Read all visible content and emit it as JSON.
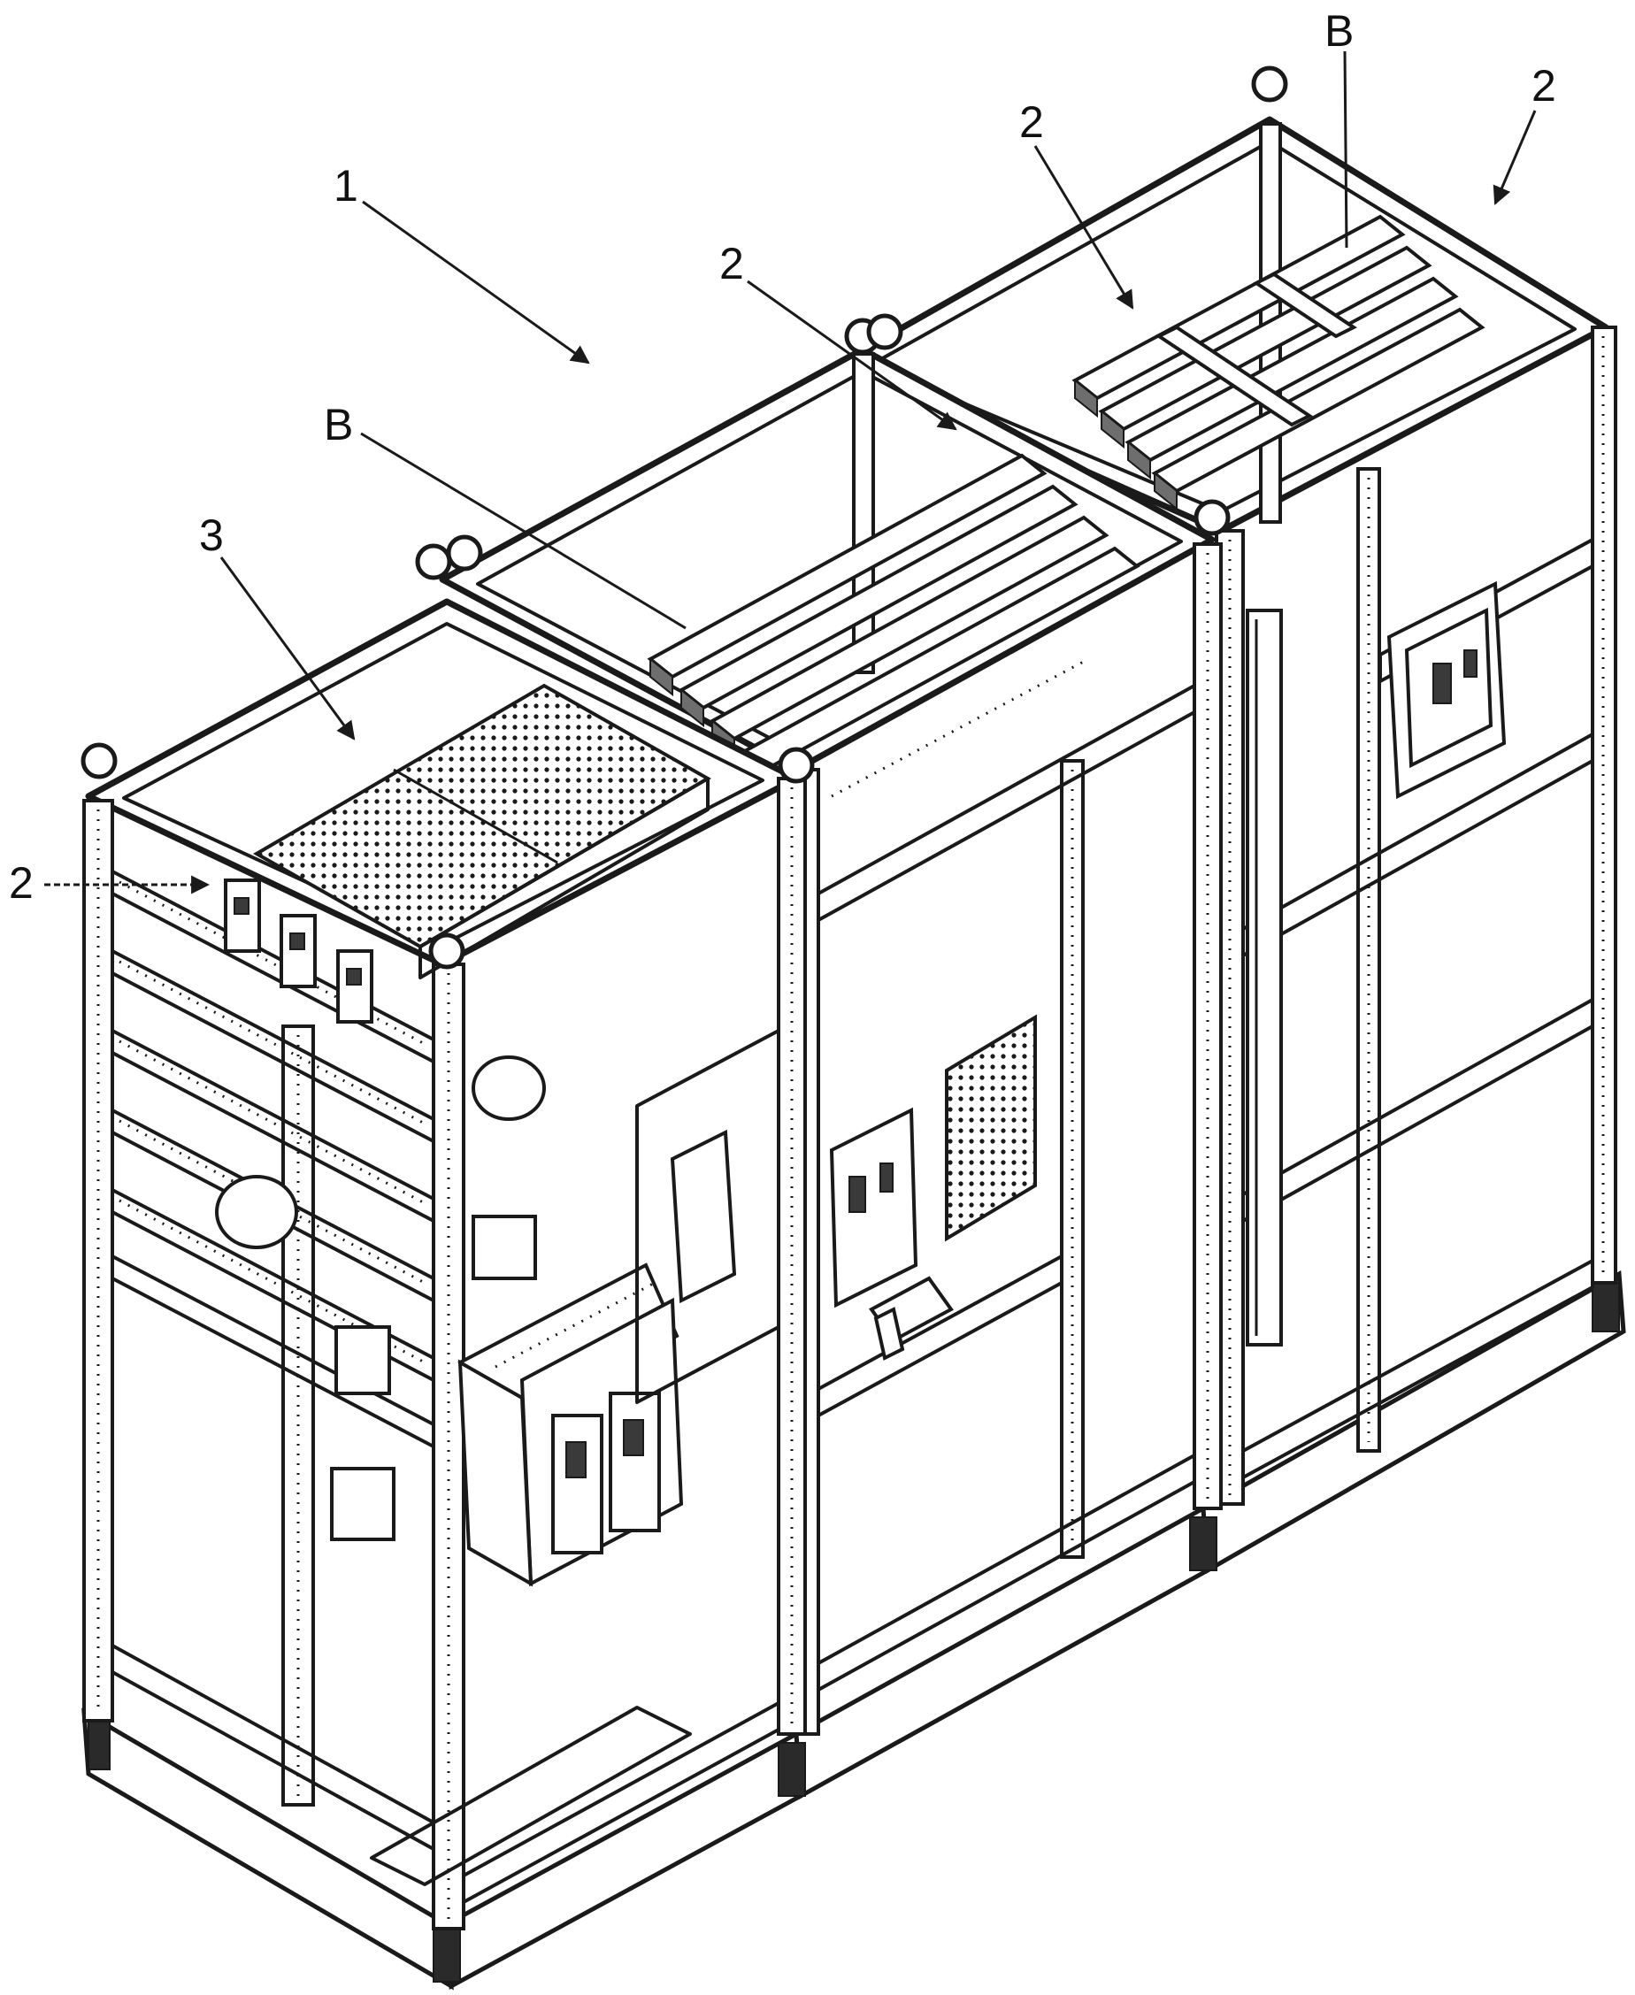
{
  "figure": {
    "labels": [
      {
        "key": "assembly",
        "text": "1"
      },
      {
        "key": "cabinet-top-center",
        "text": "2"
      },
      {
        "key": "cabinet-top-right",
        "text": "2"
      },
      {
        "key": "cabinet-far-right",
        "text": "2"
      },
      {
        "key": "cabinet-left",
        "text": "2"
      },
      {
        "key": "busbar-top-right",
        "text": "B"
      },
      {
        "key": "busbar-center",
        "text": "B"
      },
      {
        "key": "compartment",
        "text": "3"
      }
    ]
  }
}
